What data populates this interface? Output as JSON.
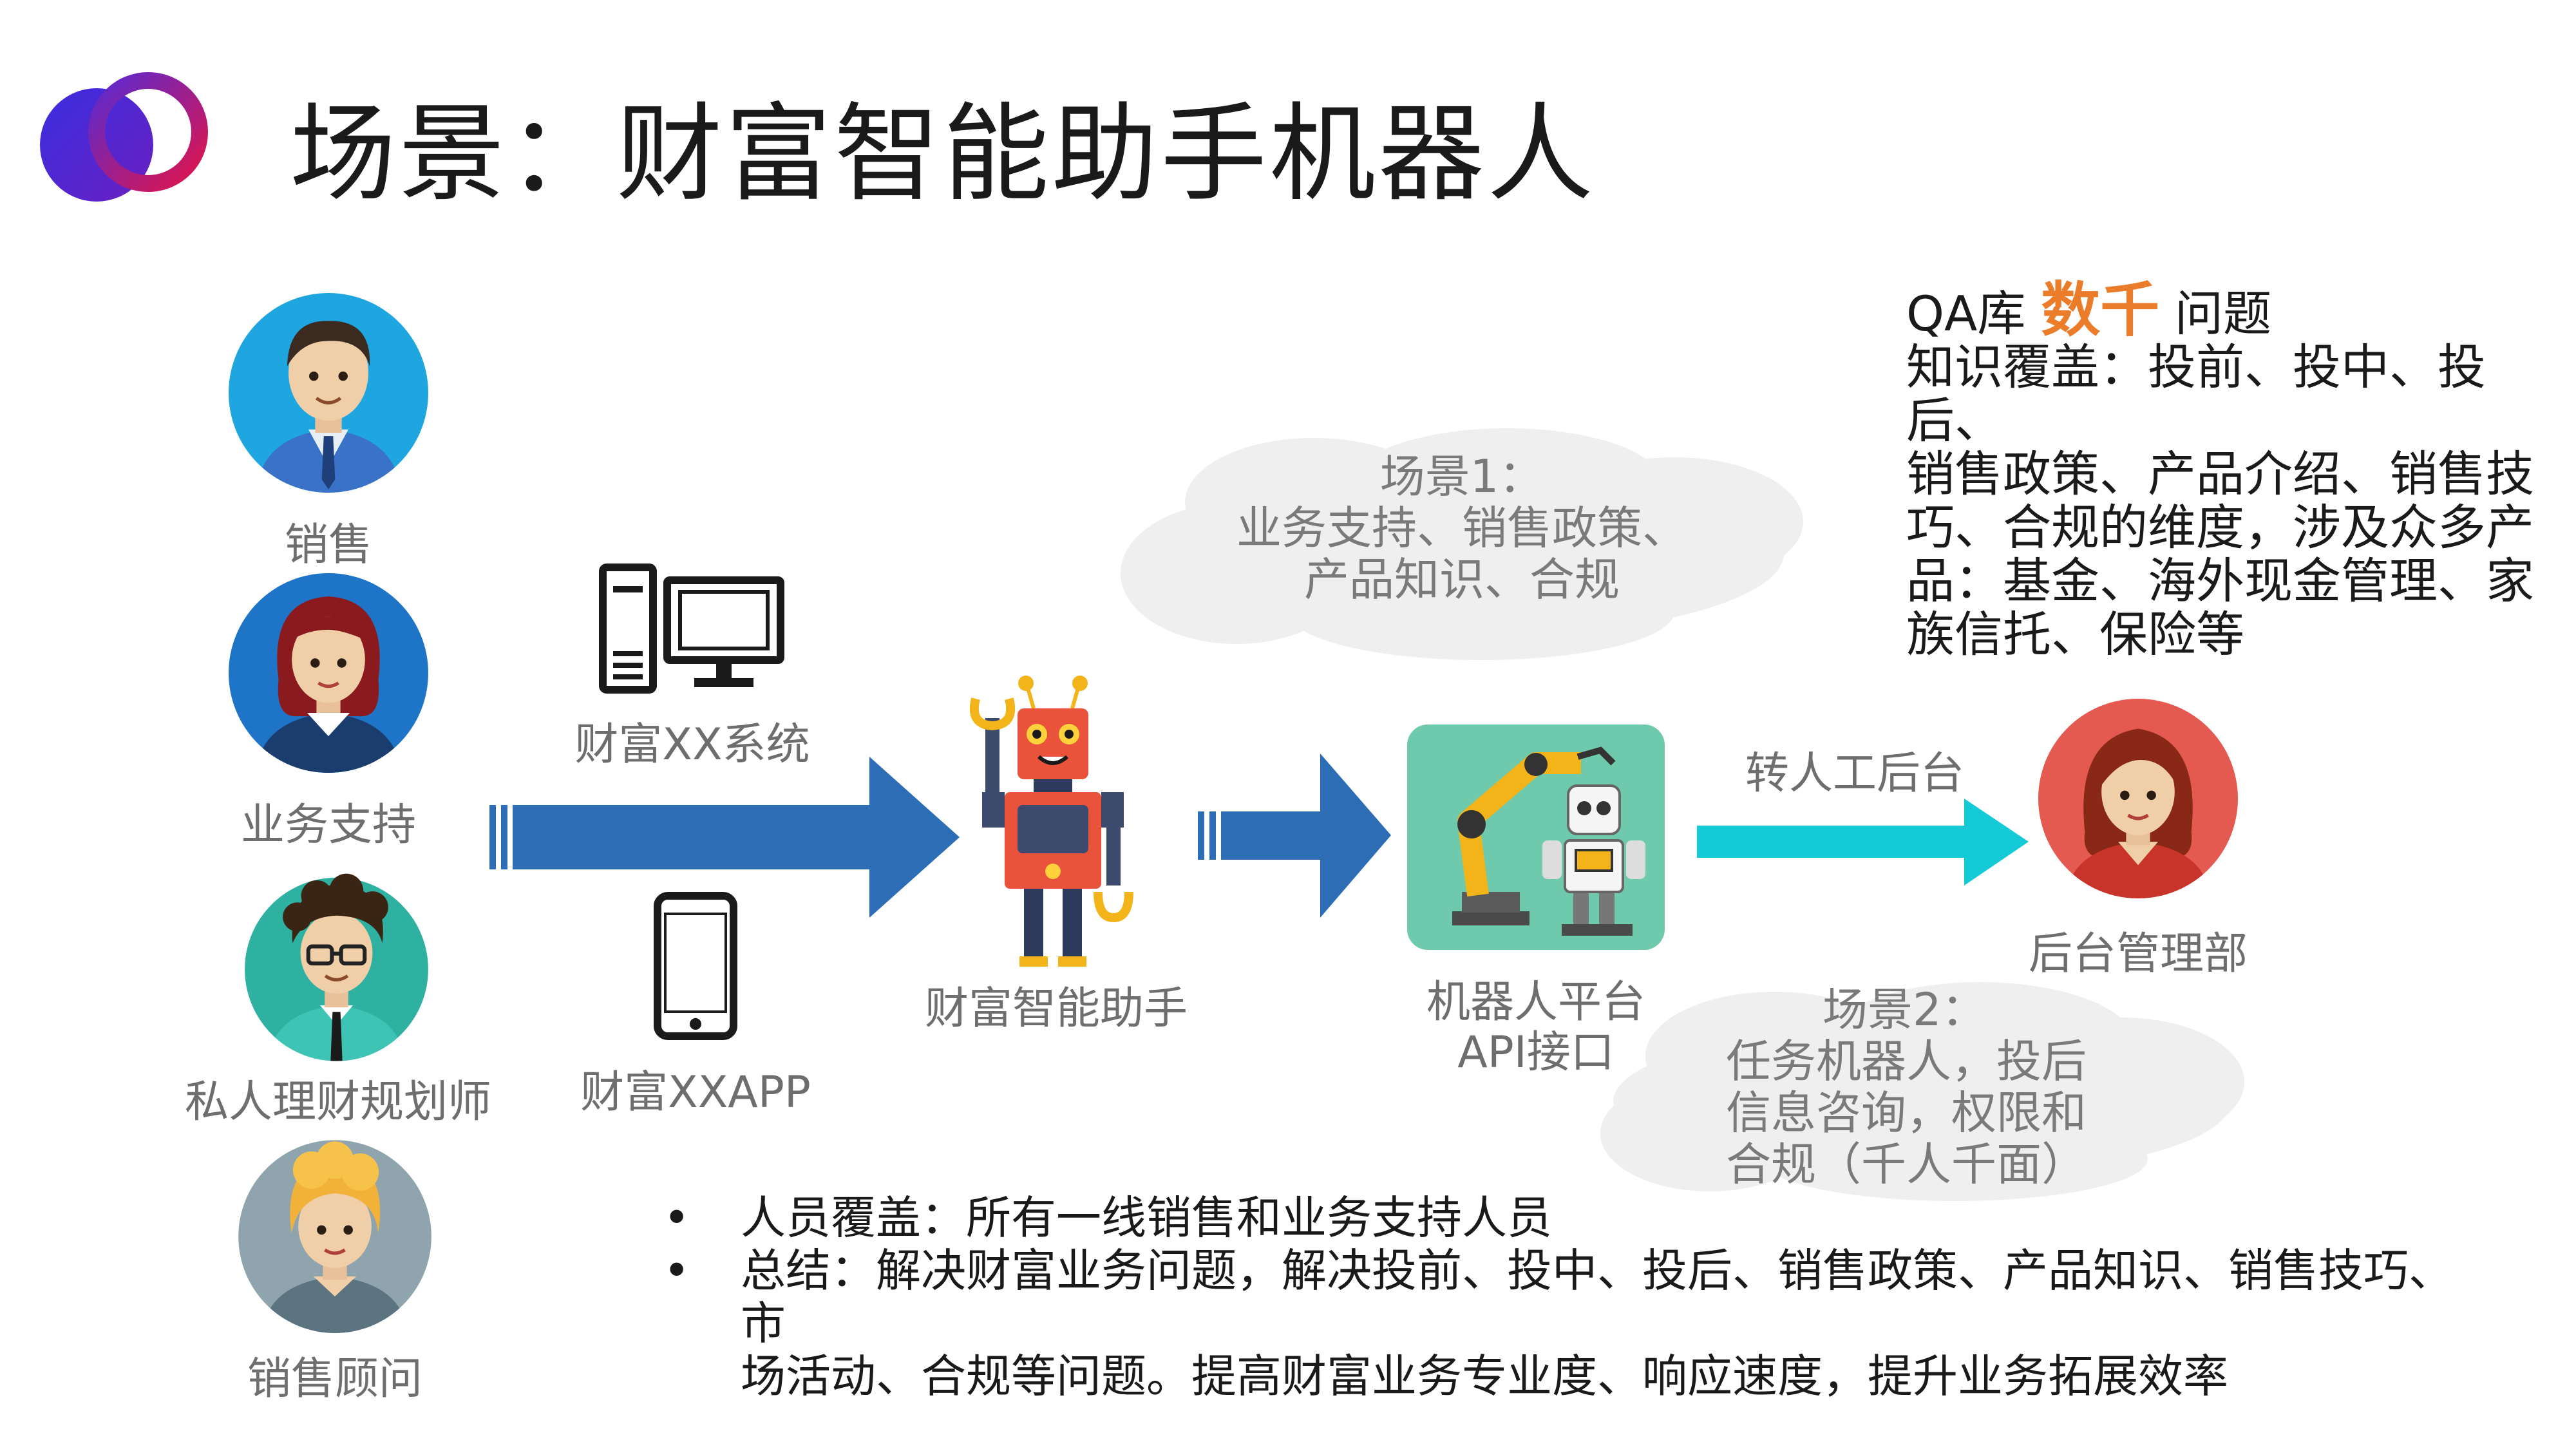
{
  "title": "场景：财富智能助手机器人",
  "users": [
    {
      "label": "销售",
      "icon": "salesman-avatar-icon"
    },
    {
      "label": "业务支持",
      "icon": "business-support-avatar-icon"
    },
    {
      "label": "私人理财规划师",
      "icon": "financial-planner-avatar-icon"
    },
    {
      "label": "销售顾问",
      "icon": "sales-consultant-avatar-icon"
    }
  ],
  "channels": [
    {
      "label": "财富XX系统",
      "icon": "computer-icon"
    },
    {
      "label": "财富XXAPP",
      "icon": "smartphone-icon"
    }
  ],
  "assistant": {
    "label": "财富智能助手",
    "icon": "robot-icon"
  },
  "platform": {
    "line1": "机器人平台",
    "line2": "API接口",
    "icon": "robot-arm-icon"
  },
  "handoff": {
    "label": "转人工后台"
  },
  "backoffice": {
    "label": "后台管理部",
    "icon": "backoffice-avatar-icon"
  },
  "scenario1": {
    "line1": "场景1：",
    "line2": "业务支持、销售政策、",
    "line3": "产品知识、合规"
  },
  "scenario2": {
    "line1": "场景2：",
    "line2": "任务机器人，投后",
    "line3": "信息咨询，权限和",
    "line4": "合规（千人千面）"
  },
  "qa": {
    "prefix": "QA库",
    "highlight": "数千",
    "suffix": "问题",
    "line2": "知识覆盖：投前、投中、投后、",
    "line3": "销售政策、产品介绍、销售技",
    "line4": "巧、合规的维度，涉及众多产",
    "line5": "品：基金、海外现金管理、家",
    "line6": "族信托、保险等"
  },
  "bullets": [
    {
      "text": "人员覆盖：所有一线销售和业务支持人员"
    },
    {
      "line1": "总结：解决财富业务问题，解决投前、投中、投后、销售政策、产品知识、销售技巧、市",
      "line2": "场活动、合规等问题。提高财富业务专业度、响应速度，提升业务拓展效率"
    }
  ],
  "colors": {
    "arrow_blue": "#2d6db5",
    "arrow_cyan": "#14cad6",
    "highlight": "#ea7c2a",
    "logo_blue": "#2b2fd8",
    "logo_red": "#d4145a"
  }
}
